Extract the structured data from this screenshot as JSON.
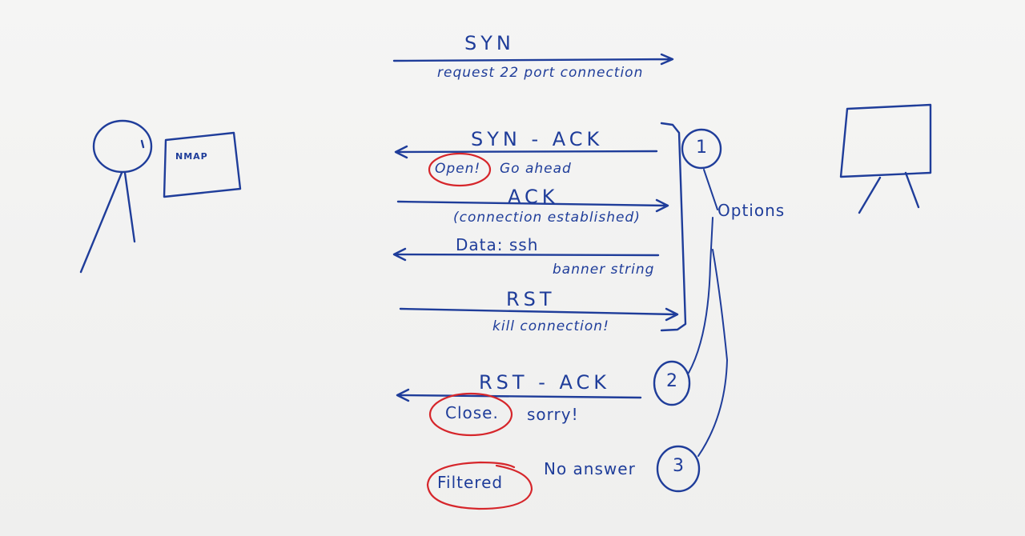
{
  "client": {
    "tool_label": "NMAP"
  },
  "exchange": {
    "syn": {
      "label": "SYN",
      "note": "request 22 port connection"
    },
    "syn_ack": {
      "label": "SYN - ACK",
      "state": "Open!",
      "note": "Go ahead"
    },
    "ack": {
      "label": "ACK",
      "note": "(connection established)"
    },
    "data": {
      "label": "Data: ssh",
      "note": "banner string"
    },
    "rst": {
      "label": "RST",
      "note": "kill connection!"
    },
    "rst_ack": {
      "label": "RST - ACK",
      "state": "Close.",
      "note": "sorry!"
    },
    "filtered": {
      "state": "Filtered",
      "note": "No answer"
    }
  },
  "options": {
    "label": "Options",
    "numbers": [
      "1",
      "2",
      "3"
    ]
  },
  "colors": {
    "ink": "#1f3d9a",
    "highlight": "#d6262b",
    "paper": "#f3f3f2"
  }
}
